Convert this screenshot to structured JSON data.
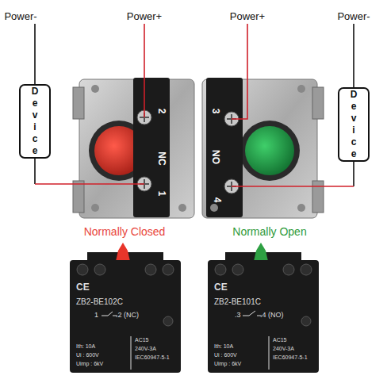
{
  "diagram": {
    "nodes": [
      {
        "text": [
          "Device"
        ]
      },
      {
        "text": [
          "Device"
        ]
      }
    ],
    "labels": [
      "Power-",
      "Power+",
      "Power+",
      "Power-",
      "2",
      "NC",
      "1",
      "3",
      "NO",
      "4",
      "Normally Closed",
      "Normally Open",
      "CE",
      "ZB2-BE102C",
      "1",
      ".2 (NC)",
      "Ith: 10A",
      "Ui : 600V",
      "Uimp : 6kV",
      "AC15",
      "240V-3A",
      "IEC60947-5-1",
      "CE",
      "ZB2-BE101C",
      ".3",
      ".4 (NO)",
      "Ith: 10A",
      "Ui : 600V",
      "Uimp : 6kV",
      "AC15",
      "240V-3A",
      "IEC60947-5-1"
    ]
  }
}
